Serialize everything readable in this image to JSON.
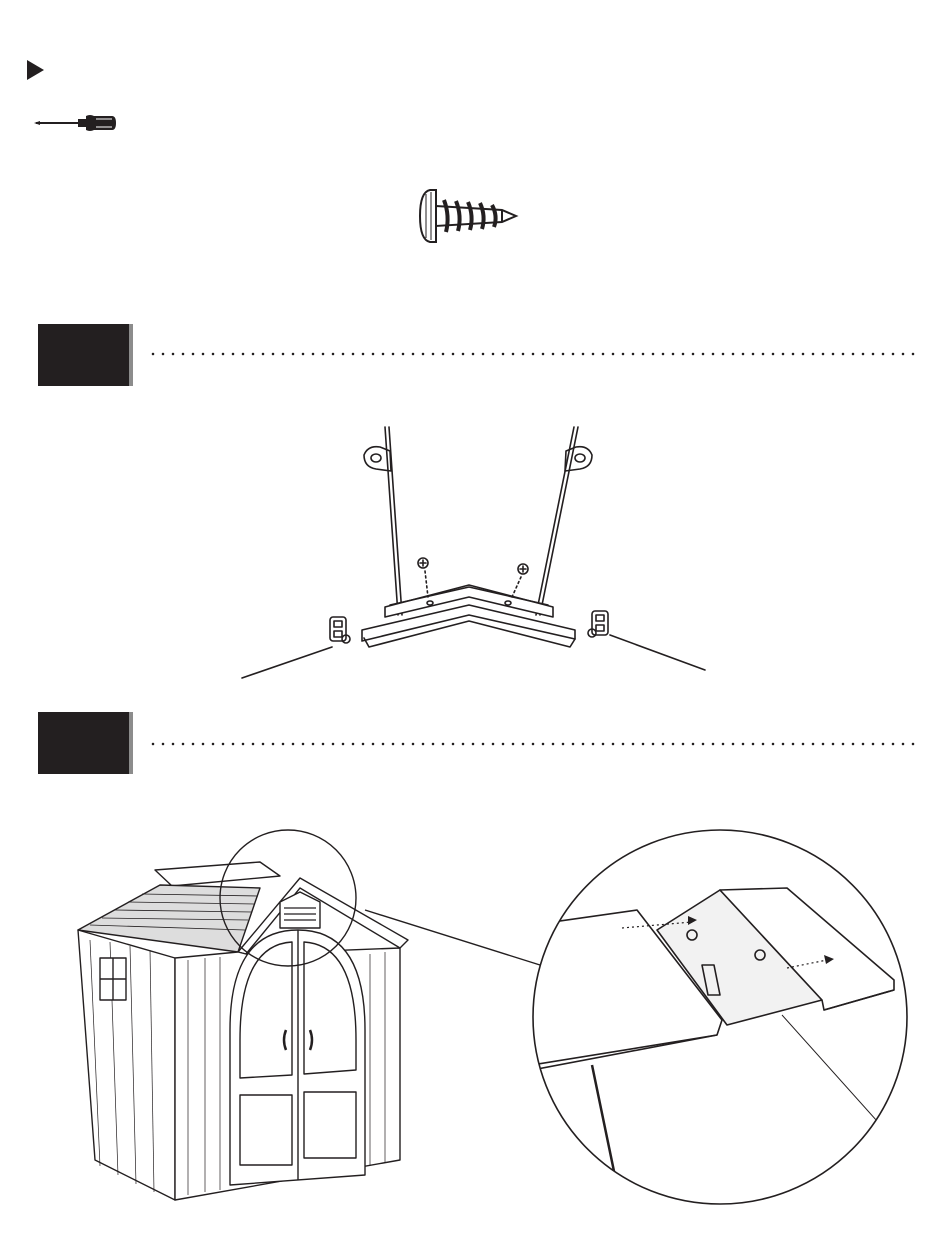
{
  "page": {
    "icons": {
      "pointer": "triangle-pointer-icon",
      "tool": "screwdriver-icon",
      "hardware": "screw-icon"
    },
    "steps": [
      {
        "marker": "dark-step-block",
        "divider": "dotted-divider"
      },
      {
        "marker": "dark-step-block",
        "divider": "dotted-divider"
      }
    ],
    "colors": {
      "ink": "#231f20",
      "step_edge": "#8c8c8c",
      "background": "#ffffff"
    }
  }
}
